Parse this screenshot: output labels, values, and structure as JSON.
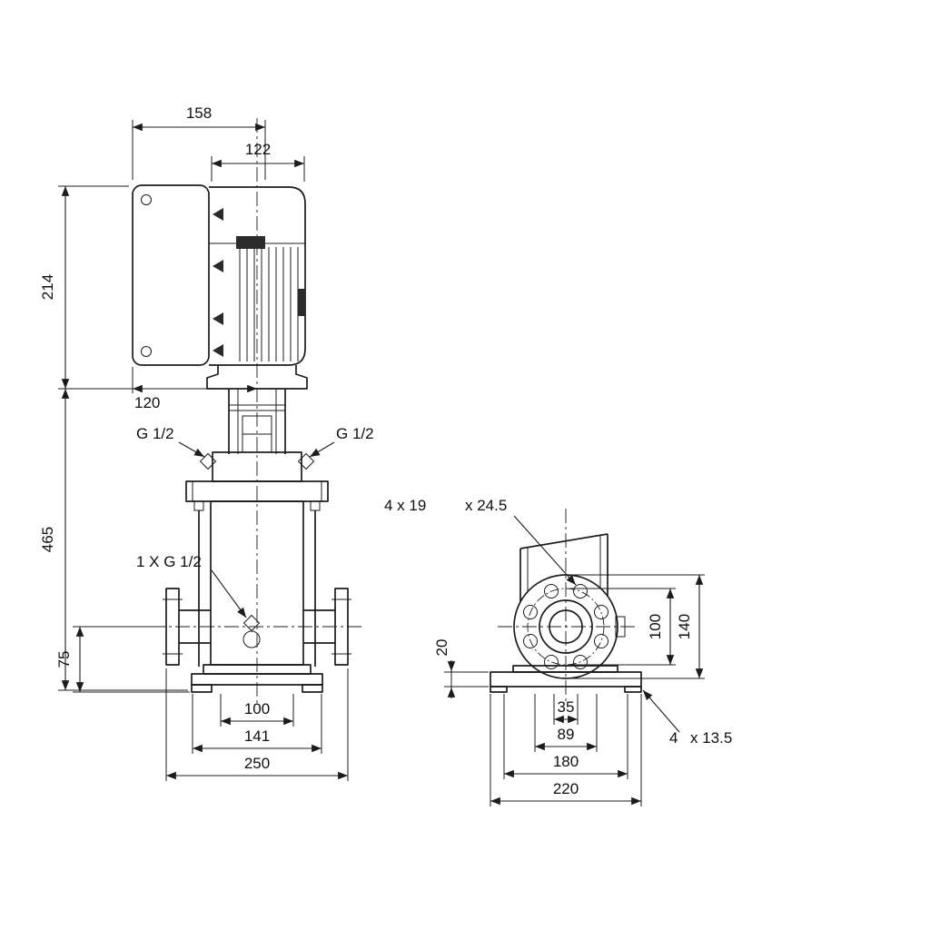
{
  "page": {
    "background": "#ffffff",
    "line_color": "#1c1c1c"
  },
  "front_view": {
    "dim_158": "158",
    "dim_122": "122",
    "dim_214": "214",
    "dim_120": "120",
    "dim_465": "465",
    "dim_75": "75",
    "dim_100": "100",
    "dim_141": "141",
    "dim_250": "250",
    "label_g12_left": "G 1/2",
    "label_g12_right": "G 1/2",
    "label_drain": "1 X G 1/2"
  },
  "side_view": {
    "label_flange_holes_a": "4 x 19",
    "label_flange_holes_b": "x 24.5",
    "dim_20": "20",
    "dim_100": "100",
    "dim_140": "140",
    "dim_35": "35",
    "dim_89": "89",
    "dim_180": "180",
    "dim_220": "220",
    "label_base_holes_a": "4",
    "label_base_holes_b": "x 13.5"
  }
}
